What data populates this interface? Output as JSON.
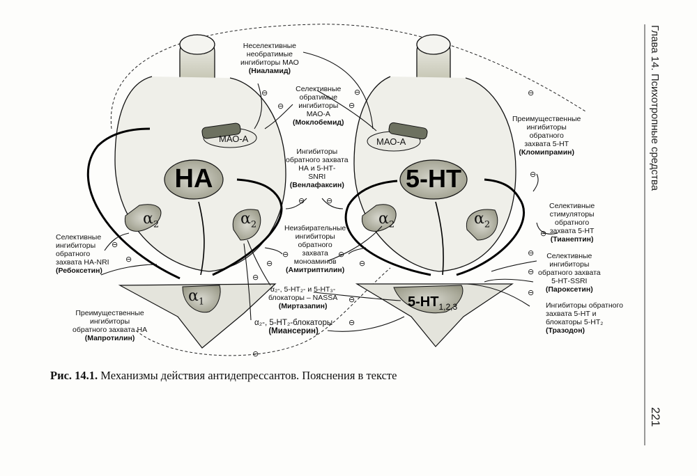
{
  "figure": {
    "neurons": {
      "left": {
        "mediator": "НА",
        "enzyme": "МАО-А",
        "receptor_pre_left": "α",
        "receptor_pre_left_sub": "2",
        "receptor_pre_right": "α",
        "receptor_pre_right_sub": "2",
        "receptor_post": "α",
        "receptor_post_sub": "1"
      },
      "right": {
        "mediator": "5-НТ",
        "enzyme": "МАО-А",
        "receptor_pre_left": "α",
        "receptor_pre_left_sub": "2",
        "receptor_pre_right": "α",
        "receptor_pre_right_sub": "2",
        "receptor_post": "5-НТ",
        "receptor_post_sub": "1,2,3"
      }
    },
    "inhibit_symbol": "⊖",
    "labels": {
      "nialamid": {
        "lines": [
          "Неселективные",
          "необратимые",
          "ингибиторы МАО"
        ],
        "drug": "(Ниаламид)"
      },
      "moclobemid": {
        "lines": [
          "Селективные",
          "обратимые",
          "ингибиторы",
          "МАО-А"
        ],
        "drug": "(Моклобемид)"
      },
      "venlafaxin": {
        "lines": [
          "Ингибиторы",
          "обратного захвата",
          "НА и  5-НТ-",
          "SNRI"
        ],
        "drug": "(Венлафаксин)"
      },
      "amitriptylin": {
        "lines": [
          "Неизбирательные",
          "ингибиторы",
          "обратного",
          "захвата",
          "моноаминов"
        ],
        "drug": "(Амитриптилин)"
      },
      "mirtazapin": {
        "lines": [
          "α₂-, 5-НТ₂- и 5-НТ₃-",
          "блокаторы – NASSA"
        ],
        "drug": "(Миртазапин)"
      },
      "mianserin": {
        "lines": [
          "α₂-, 5-НТ₂-блокаторы"
        ],
        "drug": "(Миансерин)"
      },
      "reboxetin": {
        "lines": [
          "Селективные",
          "ингибиторы",
          "обратного",
          "захвата  НА-NRI"
        ],
        "drug": "(Ребоксетин)"
      },
      "maprotilin": {
        "lines": [
          "Преимущественные",
          "ингибиторы",
          "обратного захвата НА"
        ],
        "drug": "(Мапротилин)"
      },
      "clomipramin": {
        "lines": [
          "Преимущественные",
          "ингибиторы",
          "обратного",
          "захвата  5-НТ"
        ],
        "drug": "(Кломипрамин)"
      },
      "tianeptin": {
        "lines": [
          "Селективные",
          "стимуляторы",
          "обратного",
          "захвата  5-НТ"
        ],
        "drug": "(Тианептин)"
      },
      "paroxetin": {
        "lines": [
          "Селективные",
          "ингибиторы",
          "обратного захвата",
          "5-НТ-SSRI"
        ],
        "drug": "(Пароксетин)"
      },
      "trazodon": {
        "lines": [
          "Ингибиторы обратного",
          "захвата 5-НТ  и",
          "блокаторы  5-НТ₂"
        ],
        "drug": "(Тразодон)"
      }
    }
  },
  "caption": {
    "number": "Рис. 14.1.",
    "text": " Механизмы действия антидепрессантов. Пояснения в тексте"
  },
  "running_head": "Глава 14. Психотропные средства",
  "page_number": "221"
}
